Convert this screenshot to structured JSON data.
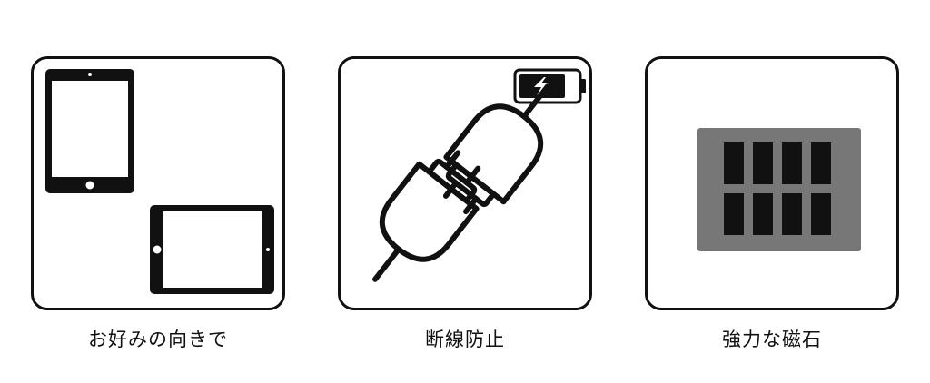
{
  "features": [
    {
      "caption": "お好みの向きで",
      "icons": [
        "tablet-portrait-icon",
        "tablet-landscape-icon"
      ]
    },
    {
      "caption": "断線防止",
      "icons": [
        "battery-charging-icon",
        "unplugged-connector-icon"
      ]
    },
    {
      "caption": "強力な磁石",
      "icons": [
        "magnet-array-icon"
      ]
    }
  ],
  "colors": {
    "ink": "#111111",
    "magnet_frame": "#777777",
    "background": "#ffffff"
  }
}
